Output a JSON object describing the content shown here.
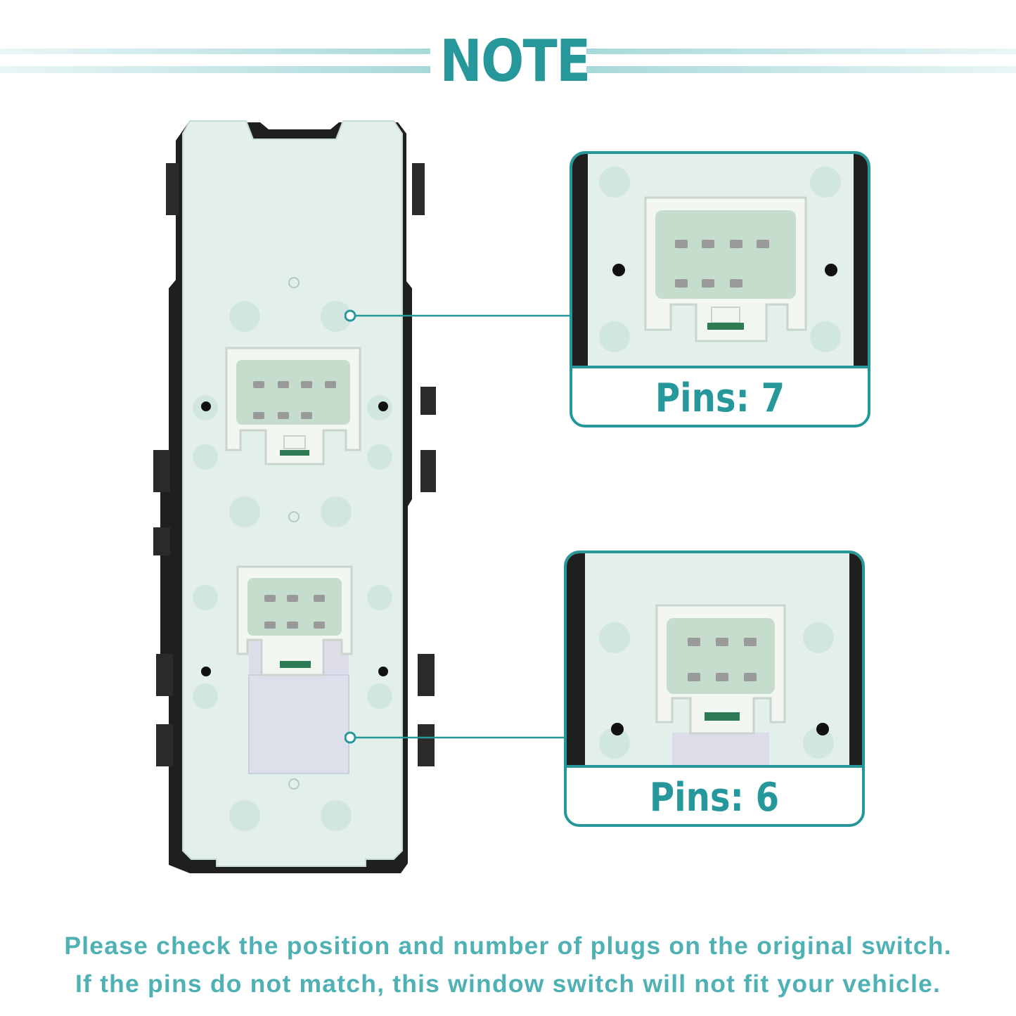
{
  "header": {
    "title": "NOTE"
  },
  "callouts": [
    {
      "label": "Pins: 7"
    },
    {
      "label": "Pins: 6"
    }
  ],
  "footer": {
    "line1": "Please check the position and number of plugs on the original switch.",
    "line2": "If the pins do not match, this window switch will not fit your vehicle."
  },
  "colors": {
    "accent": "#26979b",
    "footer_text": "#4fb1b4",
    "body": "#e2efea",
    "frame": "#1f1f1f"
  }
}
